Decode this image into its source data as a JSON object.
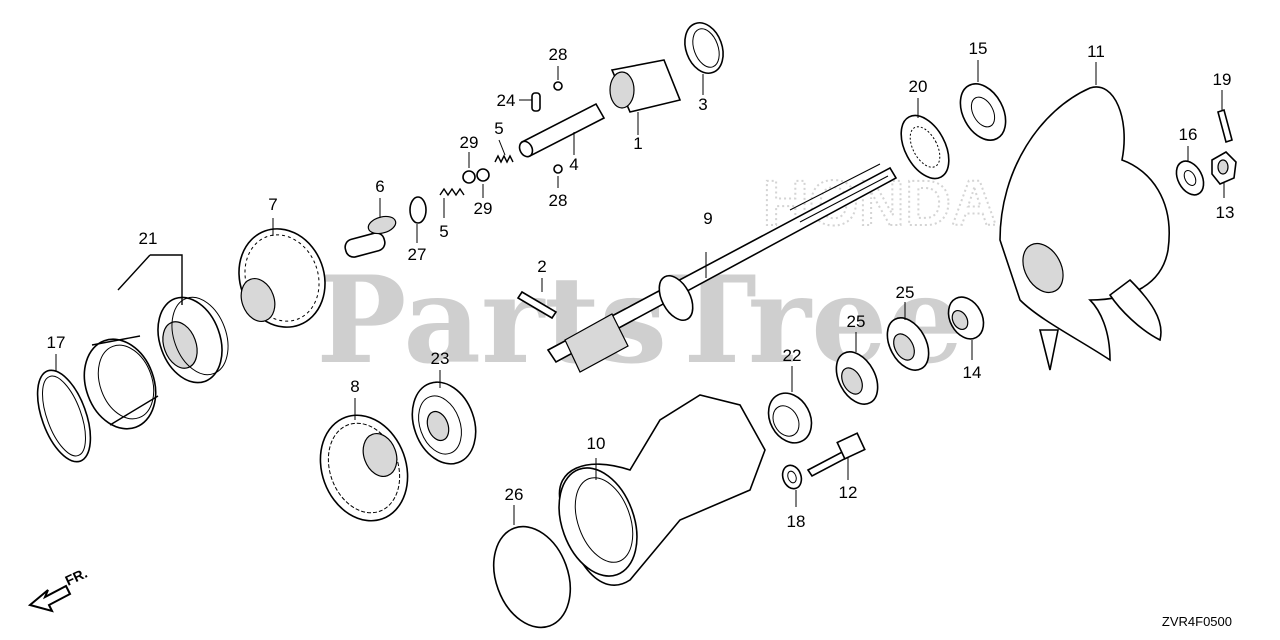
{
  "watermark": {
    "main": "PartsTree",
    "brand": "HONDA"
  },
  "diagram_code": "ZVR4F0500",
  "orientation": "FR.",
  "callouts": {
    "c1": "1",
    "c2": "2",
    "c3": "3",
    "c4": "4",
    "c5a": "5",
    "c5b": "5",
    "c6": "6",
    "c7": "7",
    "c8": "8",
    "c9": "9",
    "c10": "10",
    "c11": "11",
    "c12": "12",
    "c13": "13",
    "c14": "14",
    "c15": "15",
    "c16": "16",
    "c17": "17",
    "c18": "18",
    "c19": "19",
    "c20": "20",
    "c21": "21",
    "c22": "22",
    "c23": "23",
    "c24": "24",
    "c25a": "25",
    "c25b": "25",
    "c26": "26",
    "c27": "27",
    "c28a": "28",
    "c28b": "28",
    "c29a": "29",
    "c29b": "29"
  }
}
